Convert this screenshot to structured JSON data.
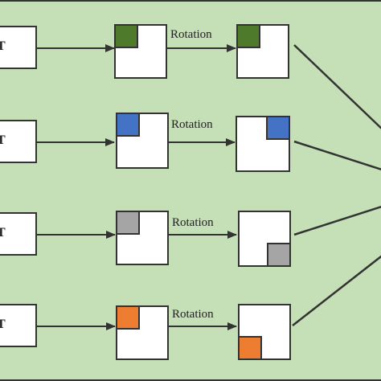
{
  "rows": [
    {
      "source_label": "T",
      "rotation_label": "Rotation",
      "patch_color": "#4e7a2c",
      "rotated_corner": "top-left"
    },
    {
      "source_label": "T",
      "rotation_label": "Rotation",
      "patch_color": "#4472c4",
      "rotated_corner": "top-right"
    },
    {
      "source_label": "T",
      "rotation_label": "Rotation",
      "patch_color": "#a5a5a5",
      "rotated_corner": "bottom-right"
    },
    {
      "source_label": "T",
      "rotation_label": "Rotation",
      "patch_color": "#ed7d31",
      "rotated_corner": "bottom-left"
    }
  ],
  "colors": {
    "background": "#c5e0b6",
    "stroke": "#333333",
    "box_fill": "#ffffff"
  }
}
